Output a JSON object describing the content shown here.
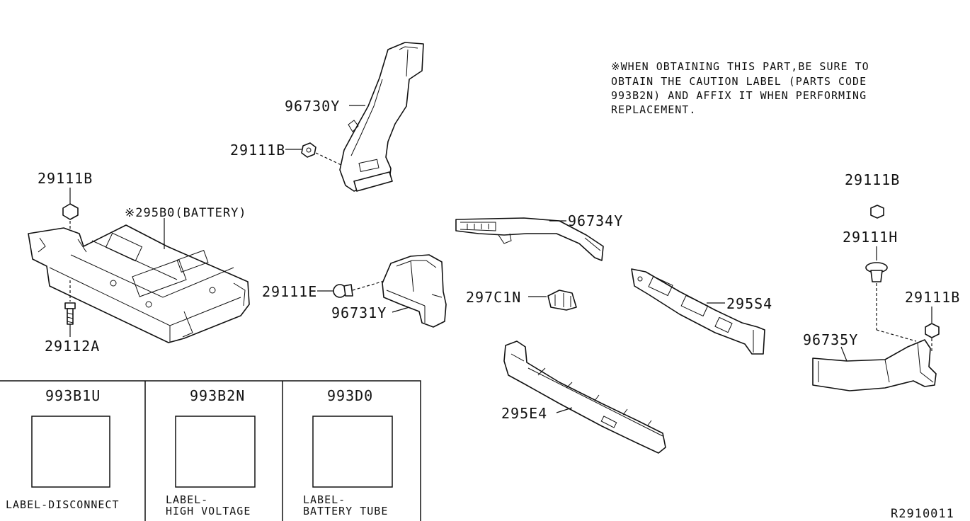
{
  "note": {
    "lines": [
      "※WHEN OBTAINING THIS PART,BE SURE TO",
      "OBTAIN THE CAUTION LABEL (PARTS CODE",
      "993B2N) AND AFFIX IT WHEN PERFORMING",
      "REPLACEMENT."
    ]
  },
  "callouts": {
    "p96730Y": "96730Y",
    "p29111B_top": "29111B",
    "p29111B_left": "29111B",
    "p295B0": "※295B0(BATTERY)",
    "p29112A": "29112A",
    "p96734Y": "96734Y",
    "p29111E": "29111E",
    "p96731Y": "96731Y",
    "p297C1N": "297C1N",
    "p295S4": "295S4",
    "p295E4": "295E4",
    "p29111B_right1": "29111B",
    "p29111H": "29111H",
    "p29111B_right2": "29111B",
    "p96735Y": "96735Y"
  },
  "labels_table": [
    {
      "code": "993B1U",
      "desc_lines": [
        "LABEL-DISCONNECT"
      ]
    },
    {
      "code": "993B2N",
      "desc_lines": [
        "LABEL-",
        "HIGH VOLTAGE"
      ]
    },
    {
      "code": "993D0",
      "desc_lines": [
        "LABEL-",
        "BATTERY TUBE"
      ]
    }
  ],
  "ref_code": "R2910011"
}
